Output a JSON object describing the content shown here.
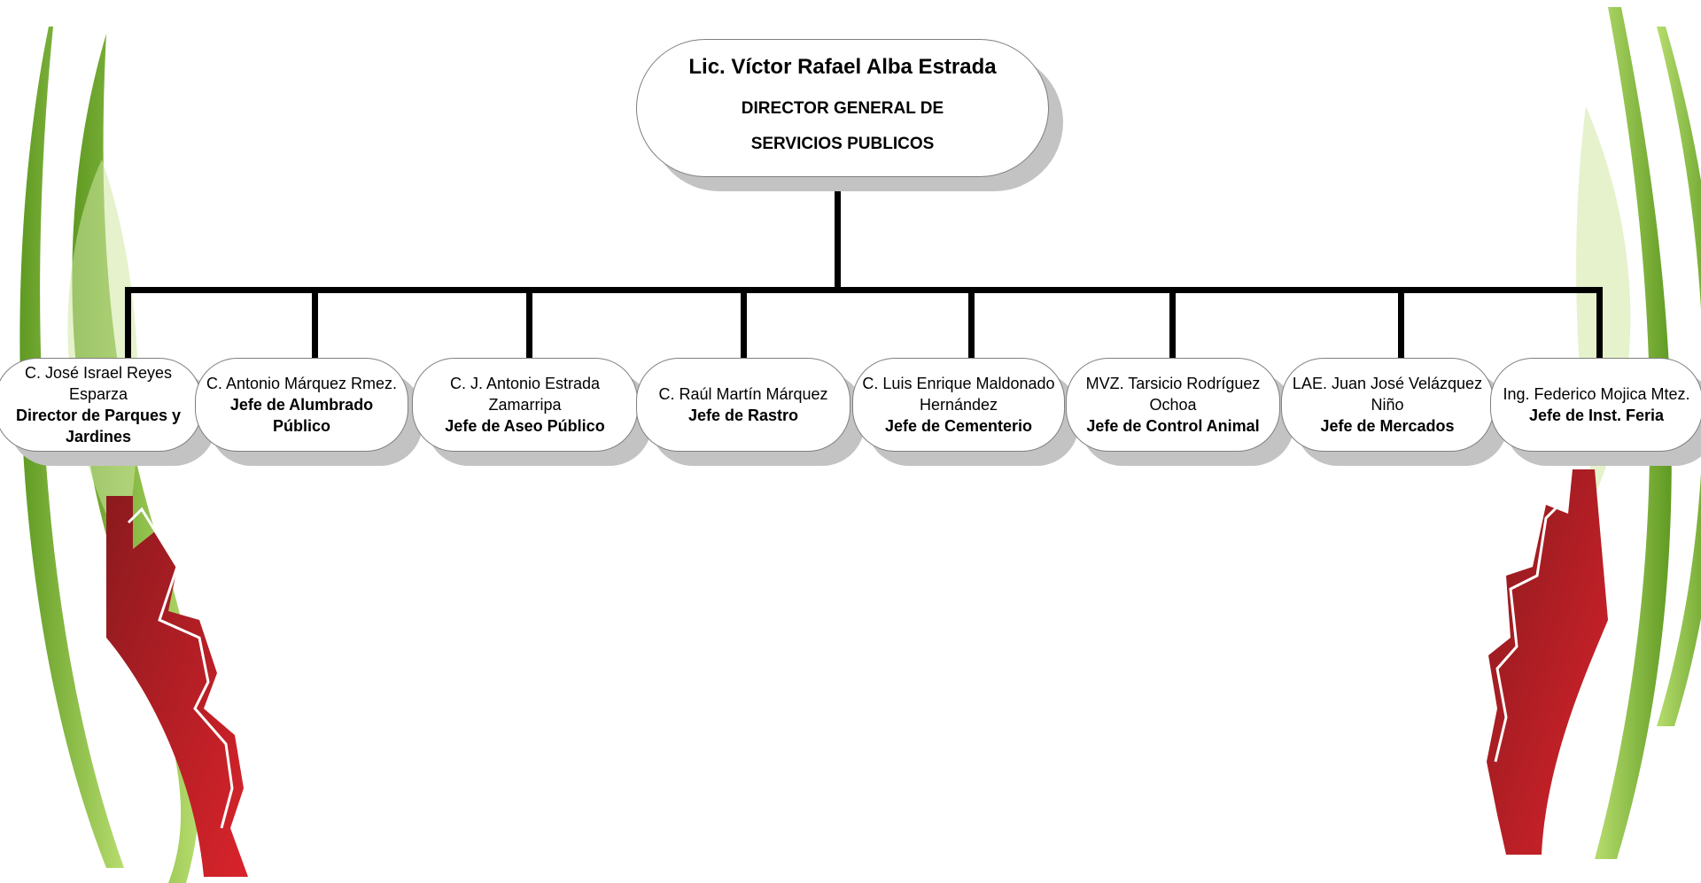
{
  "director": {
    "name": "Lic. Víctor Rafael  Alba Estrada",
    "role_line1": "DIRECTOR GENERAL DE",
    "role_line2": "SERVICIOS PUBLICOS"
  },
  "units": [
    {
      "name": "C. José Israel Reyes Esparza",
      "role": "Director de Parques y Jardines"
    },
    {
      "name": "C. Antonio Márquez Rmez.",
      "role": "Jefe de Alumbrado Público"
    },
    {
      "name": "C.   J. Antonio Estrada Zamarripa",
      "role": "Jefe de Aseo Público"
    },
    {
      "name": "C. Raúl Martín Márquez",
      "role": "Jefe de Rastro"
    },
    {
      "name": "C. Luis Enrique Maldonado Hernández",
      "role": "Jefe de Cementerio"
    },
    {
      "name": "MVZ. Tarsicio Rodríguez Ochoa",
      "role": "Jefe de Control Animal"
    },
    {
      "name": "LAE. Juan José Velázquez Niño",
      "role": "Jefe de Mercados"
    },
    {
      "name": "Ing. Federico Mojica Mtez.",
      "role": "Jefe de Inst. Feria"
    }
  ],
  "colors": {
    "leaf_green": "#8dc63f",
    "gear_red": "#c1272d",
    "connector": "#000000",
    "box_border": "#7f7f7f",
    "box_shadow": "#c3c3c3"
  }
}
